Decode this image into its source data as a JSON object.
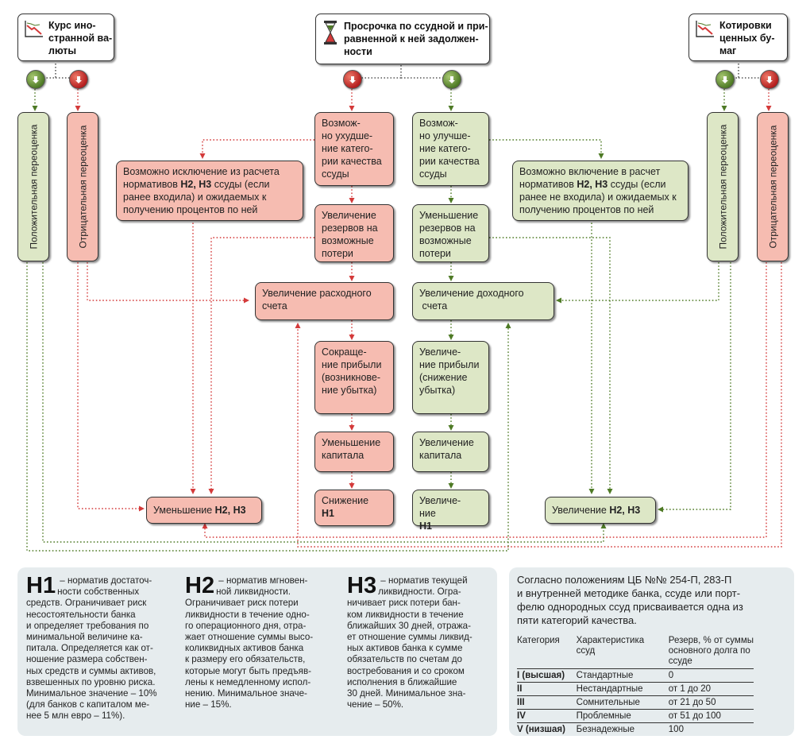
{
  "headers": {
    "currency": "Курс ино-\nстранной ва-\nлюты",
    "overdue": "Просрочка по ссудной и при-\nравненной к ней задолжен-\nности",
    "securities": "Котировки\nценных бу-\nмаг"
  },
  "left": {
    "pos_reval": "Положительная переоценка",
    "neg_reval": "Отрицательная переоценка",
    "exclusion_pre": "Возможно исключение из расчета нормативов ",
    "exclusion_bold": "Н2, Н3",
    "exclusion_post": " ссуды (если ранее входила) и ожидаемых к получению процентов по ней",
    "decrease_pre": "Уменьшение ",
    "decrease_bold": "Н2, Н3"
  },
  "right": {
    "pos_reval": "Положительная переоценка",
    "neg_reval": "Отрицательная переоценка",
    "inclusion_pre": "Возможно включение в расчет нормативов ",
    "inclusion_bold": "Н2, Н3",
    "inclusion_post": " ссуды (если ранее не входила) и ожидаемых к получению процентов по ней",
    "increase_pre": "Увеличение ",
    "increase_bold": "Н2, Н3"
  },
  "red_chain": {
    "quality_worse": "Возмож-\nно ухудше-\nние катего-\nрии качества\nссуды",
    "reserves_up": "Увеличение\nрезервов на\nвозможные\nпотери",
    "expense_up": "Увеличение расходного\nсчета",
    "profit_down": "Сокраще-\nние прибыли\n(возникнове-\nние убытка)",
    "capital_down": "Уменьшение\nкапитала",
    "h1_down_pre": "Снижение",
    "h1_down_bold": "Н1"
  },
  "green_chain": {
    "quality_better": "Возмож-\nно улучше-\nние катего-\nрии качества\nссуды",
    "reserves_down": "Уменьшение\nрезервов на\nвозможные\nпотери",
    "income_up": "Увеличение доходного\n счета",
    "profit_up": "Увеличе-\nние прибыли\n(снижение\nубытка)",
    "capital_up": "Увеличение\nкапитала",
    "h1_up_pre": "Увеличе-\nние",
    "h1_up_bold": "Н1"
  },
  "defs": {
    "h1_big": "Н1",
    "h1_dash": " – норматив достаточ-\nности собственных",
    "h1_text": "средств. Ограничивает риск\nнесостоятельности банка\nи определяет требования по\nминимальной величине ка-\nпитала. Определяется как от-\nношение размера собствен-\nных средств и суммы активов,\nвзвешенных по уровню риска.\nМинимальное значение – 10%\n(для банков с капиталом ме-\nнее 5 млн евро – 11%).",
    "h2_big": "Н2",
    "h2_dash": " – норматив мгновен-\nной ликвидности.",
    "h2_text": "Ограничивает риск потери\nликвидности в течение одно-\nго операционного дня, отра-\nжает отношение суммы высо-\nколиквидных активов банка\nк размеру его обязательств,\nкоторые могут быть предъяв-\nлены к немедленному испол-\nнению. Минимальное значе-\nние – 15%.",
    "h3_big": "Н3",
    "h3_dash": " – норматив текущей\nликвидности. Огра-",
    "h3_text": "ничивает риск потери бан-\nком ликвидности в течение\nближайших 30 дней, отража-\nет отношение суммы ликвид-\nных активов банка к сумме\nобязательств по счетам до\nвостребования и со сроком\nисполнения в ближайшие\n30 дней. Минимальное зна-\nчение – 50%."
  },
  "categories": {
    "intro": "Согласно положениям ЦБ №№ 254-П, 283-П\nи внутренней методике банка, ссуде или порт-\nфелю однородных ссуд присваивается одна из\nпяти категорий качества.",
    "columns": [
      "Категория",
      "Характеристика\nссуд",
      "Резерв, % от суммы\nосновного долга по\nссуде"
    ],
    "rows": [
      [
        "I (высшая)",
        "Стандартные",
        "0"
      ],
      [
        "II",
        "Нестандартные",
        "от 1 до 20"
      ],
      [
        "III",
        "Сомнительные",
        "от 21 до 50"
      ],
      [
        "IV",
        "Проблемные",
        "от 51 до 100"
      ],
      [
        "V (низшая)",
        "Безнадежные",
        "100"
      ]
    ]
  },
  "colors": {
    "red_box": "#f6bcb1",
    "green_box": "#dde7c6",
    "red_line": "#d43a3a",
    "green_line": "#4e7a25",
    "panel": "#e6ecee"
  },
  "icons": [
    "chart-down-icon",
    "hourglass-icon",
    "chart-down-icon",
    "arrow-down-circle-icon"
  ]
}
